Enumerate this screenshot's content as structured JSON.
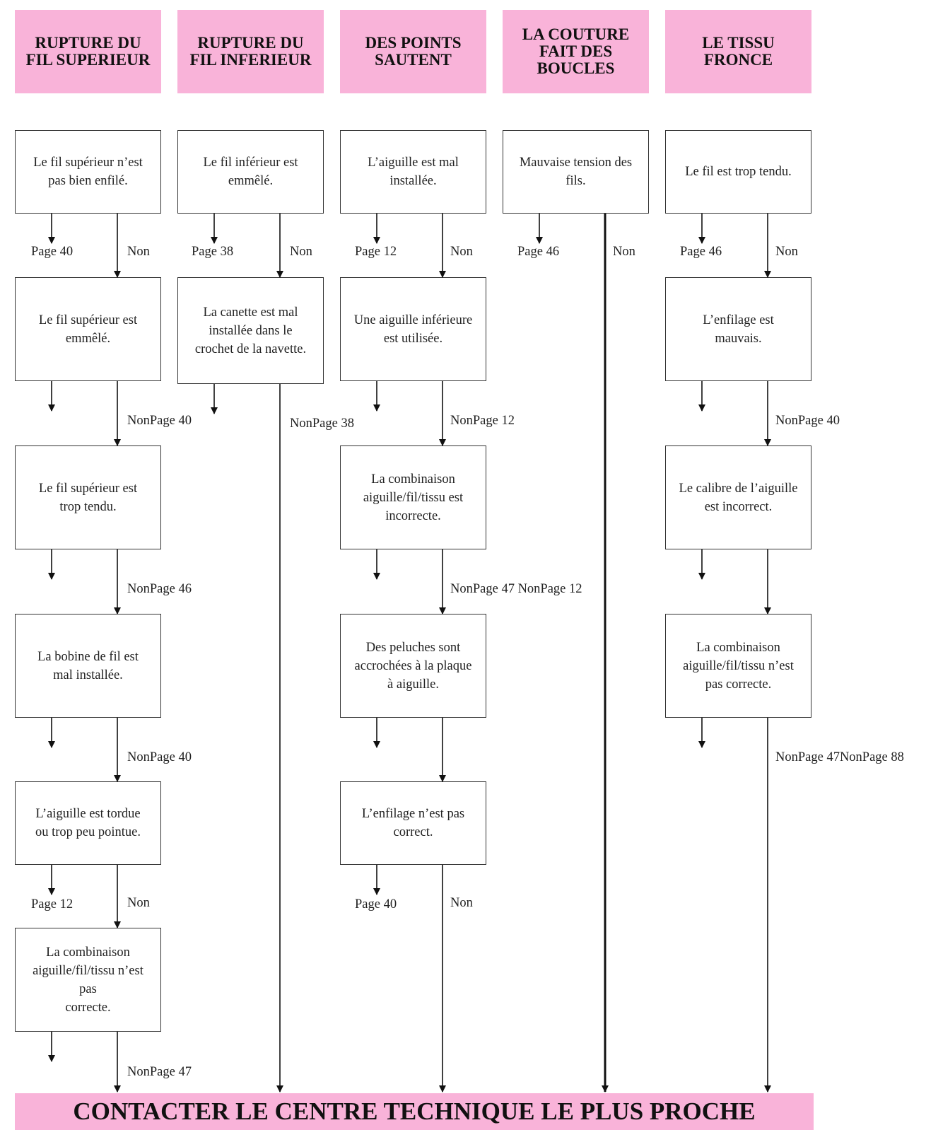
{
  "headers": [
    {
      "id": "h1",
      "text": "RUPTURE DU\nFIL SUPERIEUR"
    },
    {
      "id": "h2",
      "text": "RUPTURE DU\nFIL INFERIEUR"
    },
    {
      "id": "h3",
      "text": "DES POINTS\nSAUTENT"
    },
    {
      "id": "h4",
      "text": "LA COUTURE\nFAIT DES\nBOUCLES"
    },
    {
      "id": "h5",
      "text": "LE TISSU\nFRONCE"
    }
  ],
  "nodes": [
    {
      "id": "c1r1",
      "text": "Le fil supérieur n’est\npas bien enfilé."
    },
    {
      "id": "c1r2",
      "text": "Le fil supérieur est\nemmêlé."
    },
    {
      "id": "c1r3",
      "text": "Le fil supérieur est\ntrop tendu."
    },
    {
      "id": "c1r4",
      "text": "La bobine de fil est\nmal installée."
    },
    {
      "id": "c1r5",
      "text": "L’aiguille est tordue\nou trop peu pointue."
    },
    {
      "id": "c1r6",
      "text": "La combinaison\naiguille/fil/tissu n’est\npas\ncorrecte."
    },
    {
      "id": "c2r1",
      "text": "Le fil inférieur est\nemmêlé."
    },
    {
      "id": "c2r2",
      "text": "La canette est mal\ninstallée dans le\ncrochet de la navette."
    },
    {
      "id": "c3r1",
      "text": "L’aiguille est mal\ninstallée."
    },
    {
      "id": "c3r2",
      "text": "Une aiguille inférieure\nest utilisée."
    },
    {
      "id": "c3r3",
      "text": "La combinaison\naiguille/fil/tissu est\nincorrecte."
    },
    {
      "id": "c3r4",
      "text": "Des peluches sont\naccrochées à la plaque\nà aiguille."
    },
    {
      "id": "c3r5",
      "text": "L’enfilage n’est pas\ncorrect."
    },
    {
      "id": "c4r1",
      "text": "Mauvaise tension des\nfils."
    },
    {
      "id": "c5r1",
      "text": "Le fil est trop tendu."
    },
    {
      "id": "c5r2",
      "text": "L’enfilage est\nmauvais."
    },
    {
      "id": "c5r3",
      "text": "Le calibre de l’aiguille\nest incorrect."
    },
    {
      "id": "c5r4",
      "text": "La combinaison\naiguille/fil/tissu n’est\npas correcte."
    }
  ],
  "labels": [
    {
      "id": "l1",
      "text": "Page 40"
    },
    {
      "id": "l2",
      "text": "Non"
    },
    {
      "id": "l3",
      "text": "Page 38"
    },
    {
      "id": "l4",
      "text": "Non"
    },
    {
      "id": "l5",
      "text": "Page 12"
    },
    {
      "id": "l6",
      "text": "Non"
    },
    {
      "id": "l7",
      "text": "Page 46"
    },
    {
      "id": "l8",
      "text": "Non"
    },
    {
      "id": "l9",
      "text": "Page 46"
    },
    {
      "id": "l10",
      "text": "Non"
    },
    {
      "id": "l11",
      "text": "NonPage 40"
    },
    {
      "id": "l12",
      "text": "NonPage 38"
    },
    {
      "id": "l13",
      "text": "NonPage 12"
    },
    {
      "id": "l14",
      "text": "NonPage 40"
    },
    {
      "id": "l15",
      "text": "NonPage 46"
    },
    {
      "id": "l16",
      "text": "NonPage 47 NonPage 12"
    },
    {
      "id": "l17",
      "text": "NonPage 40"
    },
    {
      "id": "l18",
      "text": "NonPage 47NonPage 88"
    },
    {
      "id": "l19",
      "text": "Page 12"
    },
    {
      "id": "l20",
      "text": "Non"
    },
    {
      "id": "l21",
      "text": "Page 40"
    },
    {
      "id": "l22",
      "text": "Non"
    },
    {
      "id": "l23",
      "text": "NonPage 47"
    }
  ],
  "banner": {
    "text": "CONTACTER LE CENTRE TECHNIQUE LE PLUS PROCHE"
  }
}
